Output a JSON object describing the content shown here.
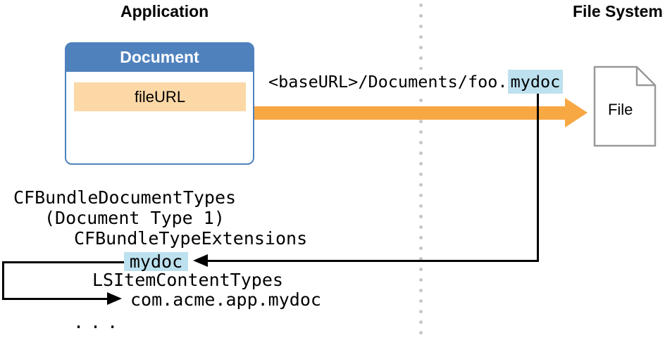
{
  "diagram": {
    "left_header": "Application",
    "right_header": "File System",
    "document_box": {
      "title": "Document",
      "field_label": "fileURL"
    },
    "url_label": {
      "prefix": "<baseURL>/Documents/foo.",
      "highlighted_extension": "mydoc"
    },
    "file_icon_label": "File",
    "plist_listing": {
      "root_key": "CFBundleDocumentTypes",
      "doc_type": "(Document Type 1)",
      "extensions_key": "CFBundleTypeExtensions",
      "extension_value": "mydoc",
      "content_types_key": "LSItemContentTypes",
      "content_type_value": "com.acme.app.mydoc",
      "ellipsis": "..."
    },
    "colors": {
      "box_blue": "#4f81bd",
      "field_peach": "#fbd8a6",
      "arrow_orange": "#f7a843",
      "highlight_blue": "#bde1ee",
      "divider_gray": "#c6c6c6",
      "file_icon_border": "#999999"
    }
  }
}
